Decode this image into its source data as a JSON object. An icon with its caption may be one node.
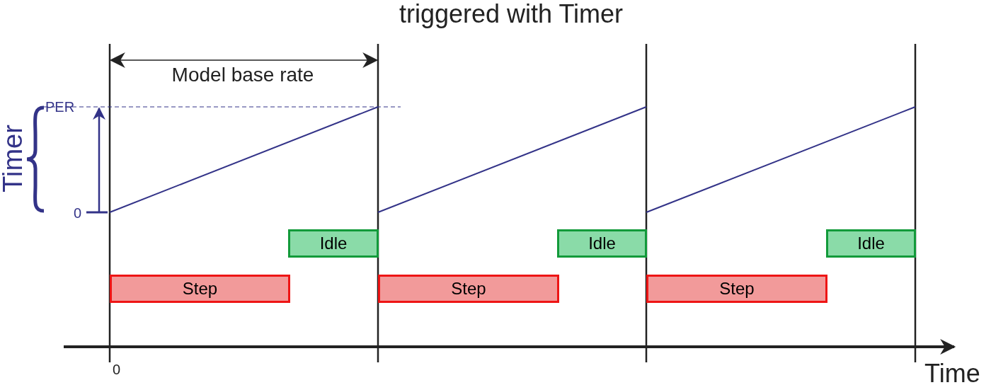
{
  "diagram": {
    "title": "triggered with Timer",
    "nodes": [
      {
        "text": [
          "Step"
        ]
      },
      {
        "text": [
          "Idle"
        ]
      },
      {
        "text": [
          "Step"
        ]
      },
      {
        "text": [
          "Idle"
        ]
      },
      {
        "text": [
          "Step"
        ]
      },
      {
        "text": [
          "Idle"
        ]
      }
    ],
    "labels": [
      "Model base rate",
      "PER",
      "0",
      "Timer",
      "0",
      "Time"
    ]
  }
}
